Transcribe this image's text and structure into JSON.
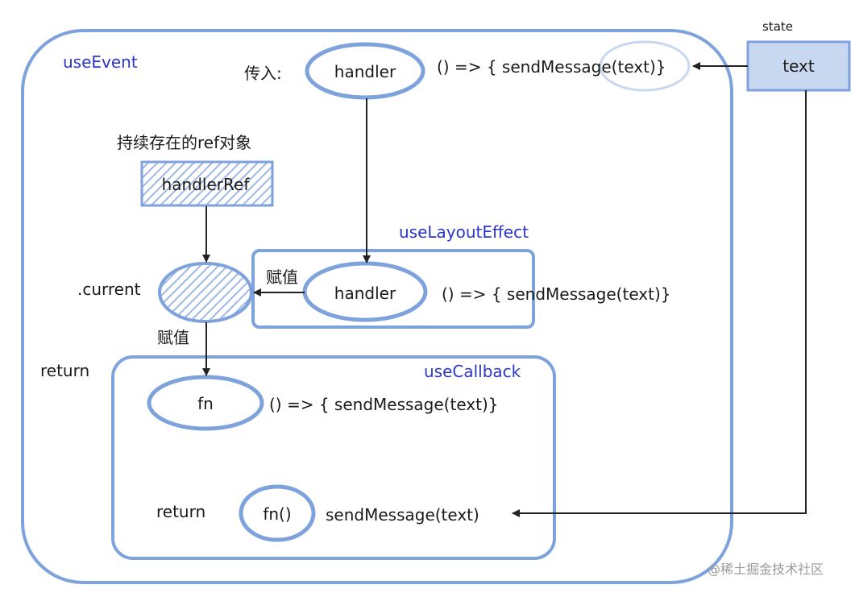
{
  "labels": {
    "use_event": "useEvent",
    "pass_in": "传入:",
    "handler_top": "handler",
    "closure_top": "() => { sendMessage(text)}",
    "state": "state",
    "text_box": "text",
    "persistent_ref": "持续存在的ref对象",
    "handler_ref": "handlerRef",
    "use_layout_effect": "useLayoutEffect",
    "current": ".current",
    "assign_right": "赋值",
    "handler_mid": "handler",
    "closure_mid": "() => { sendMessage(text)}",
    "assign_down": "赋值",
    "return_outer": "return",
    "use_callback": "useCallback",
    "fn": "fn",
    "closure_fn": "() => { sendMessage(text)}",
    "return_inner": "return",
    "fn_call": "fn()",
    "send_message": "sendMessage(text)",
    "watermark": "@稀土掘金技术社区"
  },
  "colors": {
    "outline": "#7ea2db",
    "fill_light": "#c8d8f0",
    "label_blue": "#2b35c9",
    "arrow": "#222222"
  }
}
